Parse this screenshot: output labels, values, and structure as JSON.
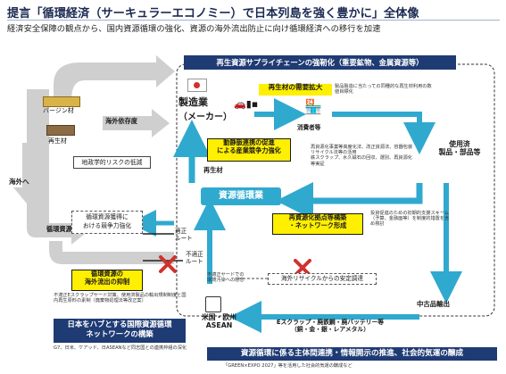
{
  "title": "提言「循環経済（サーキュラーエコノミー）で日本列島を強く豊かに」全体像",
  "subtitle": "経済安全保障の観点から、国内資源循環の強化、資源の海外流出防止に向け循環経済への移行を加速",
  "supply_chain": {
    "header": "再生資源サプライチェーンの強靭化（重要鉱物、金属資源等）",
    "demand_expand": "再生材の需要拡大",
    "demand_note": "製品製造に当たっての同種的な再生材利用の数値目標化",
    "manufacturer": "製造業",
    "manufacturer_sub": "（メーカー）",
    "consumer": "消費者等",
    "used_products": "使用済\n製品・部品等",
    "recycler_note": "再資源化事業等高度化法、改正資源法、容器包装リサイクル法等の活用\n鉄スクラップ、水久磁石の回収、選別、再資源化等実証",
    "venous_arterial": "動静脈連携の促進\nによる産業競争力強化",
    "recycled_material": "再生材",
    "resource_circulation": "資源循環業",
    "hub_network": "再資源化拠点等構築\n・ネットワーク形成",
    "hub_note": "投資促進のための初期的支援スキーム（予算、金融面等）を制度的措置を含め検討",
    "secondhand_export": "中古品輸出",
    "japan_flag_label": "日本"
  },
  "overseas": {
    "virgin_material": "バージン材",
    "recycled_material": "再生材",
    "overseas_dependency": "海外依存度",
    "geopolitical_risk": "地政学的リスクの低減",
    "overseas_label": "海外へ",
    "circulation_resource": "循環資源",
    "competition": "循環資源獲得に\nおける競争力強化",
    "proper_route": "適正\nルート",
    "improper_route": "不適正\nルート",
    "improper_note": "不適正ヤードでの\n環境汚染への懸念",
    "outflow_suppress": "循環資源の\n海外流出の抑制",
    "scrap_note": "不適正Eスクラップヤード対策、使用済製品の輸出規制制度と国内再生原料の素制（廃棄物処理法等改正案）",
    "overseas_recycle": "海外リサイクルからの安定調達",
    "hub_title": "日本をハブとする国際資源循環\nネットワークの構築",
    "hub_note": "G7、日米、ケアッド、日ASEANなど同志国との連携枠組の深化",
    "regions": "米国・欧州\nASEAN",
    "e_scrap": "Eスクラップ・廃鉄鋼・廃バッテリー等\n（銅・金・銀・レアメタル）"
  },
  "bottom_banner": "資源循環に係る主体間連携・情報開示の推進、社会的気運の醸成",
  "bottom_note": "「GREEN×EXPO 2027」等を活用した社会的気運の醸成など",
  "colors": {
    "navy": "#1f3b74",
    "teal": "#30a9cf",
    "yellow": "#ffef00",
    "red": "#d0312d",
    "gray_arrow": "#c9c9c9"
  }
}
